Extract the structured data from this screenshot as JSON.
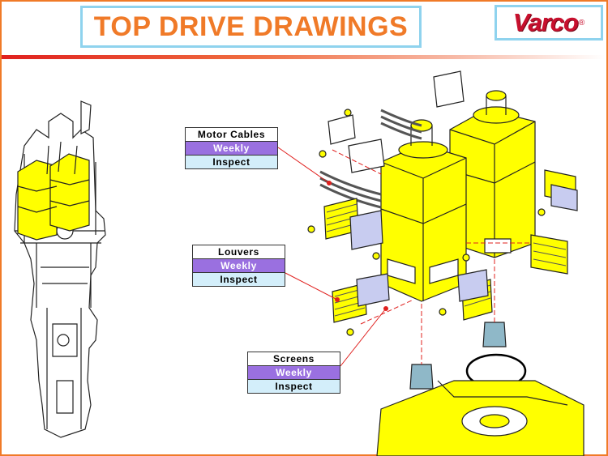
{
  "header": {
    "title": "TOP DRIVE DRAWINGS",
    "logo": "Varco",
    "logo_mark": "®"
  },
  "callouts": [
    {
      "component": "Motor Cables",
      "frequency": "Weekly",
      "action": "Inspect"
    },
    {
      "component": "Louvers",
      "frequency": "Weekly",
      "action": "Inspect"
    },
    {
      "component": "Screens",
      "frequency": "Weekly",
      "action": "Inspect"
    }
  ],
  "colors": {
    "accent_orange": "#f07a28",
    "frame_blue": "#8fd3ee",
    "weekly_purple": "#9a70e0",
    "inspect_blue": "#d3eefa",
    "motor_yellow": "#ffff00",
    "leader_red": "#e0201e",
    "logo_red": "#c8102e"
  }
}
